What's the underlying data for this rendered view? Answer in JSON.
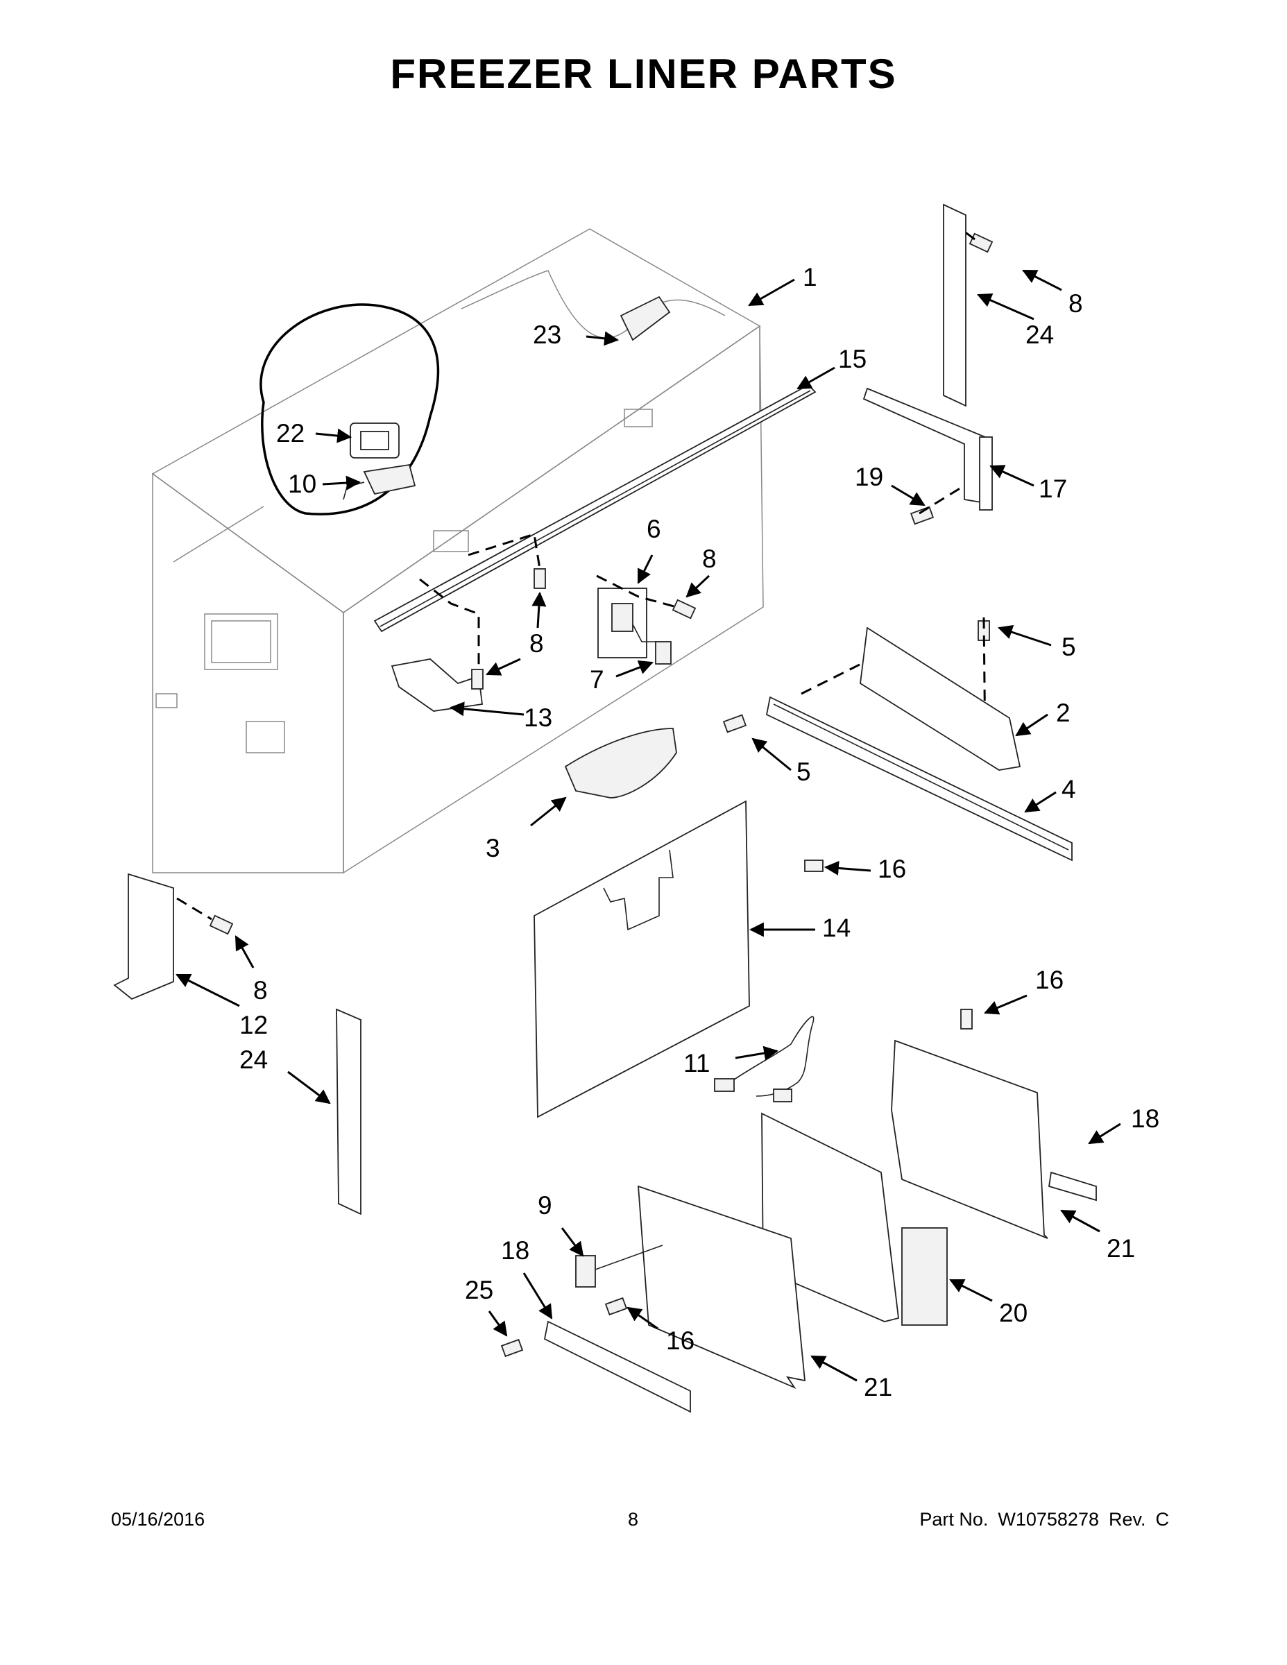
{
  "title": "FREEZER LINER PARTS",
  "footer": {
    "date": "05/16/2016",
    "page": "8",
    "part_label": "Part No.",
    "part_number": "W10758278",
    "rev_label": "Rev.",
    "rev": "C"
  },
  "callouts": {
    "c1": "1",
    "c2": "2",
    "c3": "3",
    "c4": "4",
    "c5a": "5",
    "c5b": "5",
    "c6": "6",
    "c7": "7",
    "c8a": "8",
    "c8b": "8",
    "c8c": "8",
    "c8d": "8",
    "c9": "9",
    "c10": "10",
    "c11": "11",
    "c12": "12",
    "c13": "13",
    "c14": "14",
    "c15": "15",
    "c16a": "16",
    "c16b": "16",
    "c16c": "16",
    "c17": "17",
    "c18a": "18",
    "c18b": "18",
    "c19": "19",
    "c20": "20",
    "c21a": "21",
    "c21b": "21",
    "c22": "22",
    "c23": "23",
    "c24a": "24",
    "c24b": "24",
    "c25": "25"
  }
}
